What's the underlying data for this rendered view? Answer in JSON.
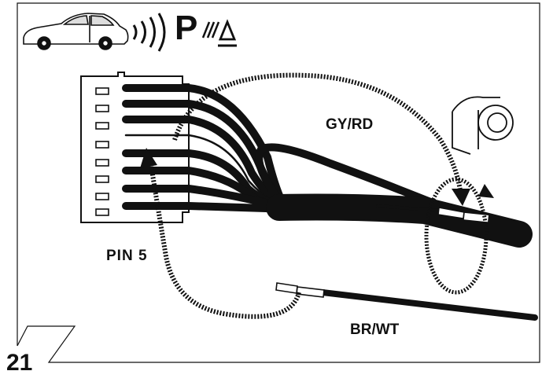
{
  "figure_number": "21",
  "labels": {
    "wire_gy_rd": "GY/RD",
    "pin_5": "PIN  5",
    "wire_br_wt": "BR/WT"
  },
  "symbol": {
    "parking_letter": "P"
  },
  "icons": [
    "car-icon",
    "signal-waves-icon",
    "parking-sensor-icon",
    "tape-roll-icon"
  ],
  "colors": {
    "ink": "#111111",
    "background": "#ffffff"
  }
}
